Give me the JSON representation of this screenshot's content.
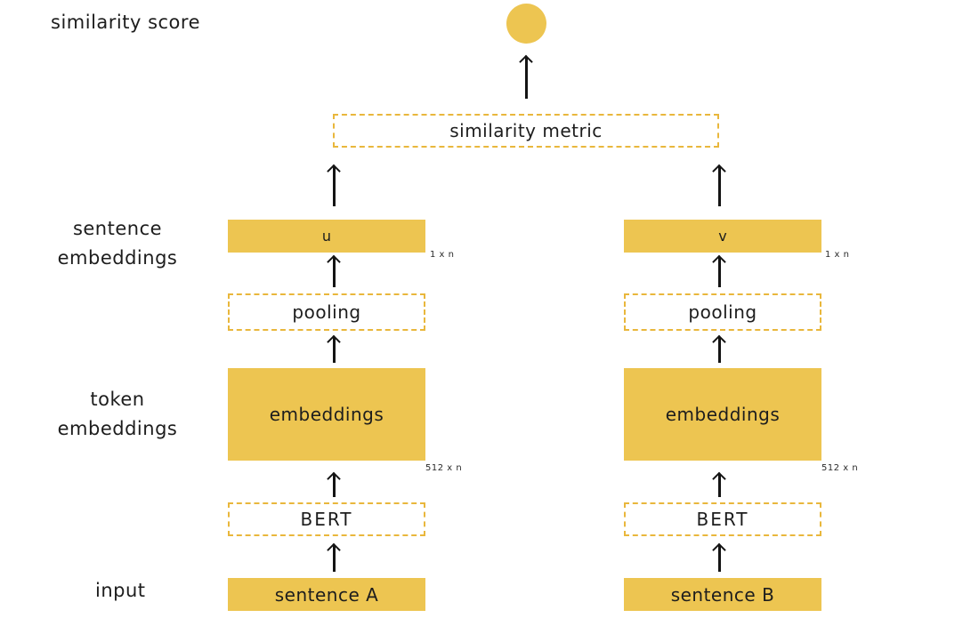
{
  "colors": {
    "accent_fill": "#edc551",
    "dash_border": "#e9b73c",
    "text_dark": "#1d1d1d",
    "arrow": "#141414"
  },
  "side_labels": {
    "similarity_score": "similarity score",
    "sentence_embeddings": [
      "sentence",
      "embeddings"
    ],
    "token_embeddings": [
      "token",
      "embeddings"
    ],
    "input": "input"
  },
  "center": {
    "similarity_metric": "similarity metric"
  },
  "columns": {
    "left": {
      "vector": "u",
      "vector_dim": "1 x n",
      "pooling": "pooling",
      "embeddings": "embeddings",
      "embeddings_dim": "512 x n",
      "encoder": "BERT",
      "input": "sentence A"
    },
    "right": {
      "vector": "v",
      "vector_dim": "1 x n",
      "pooling": "pooling",
      "embeddings": "embeddings",
      "embeddings_dim": "512 x n",
      "encoder": "BERT",
      "input": "sentence B"
    }
  }
}
